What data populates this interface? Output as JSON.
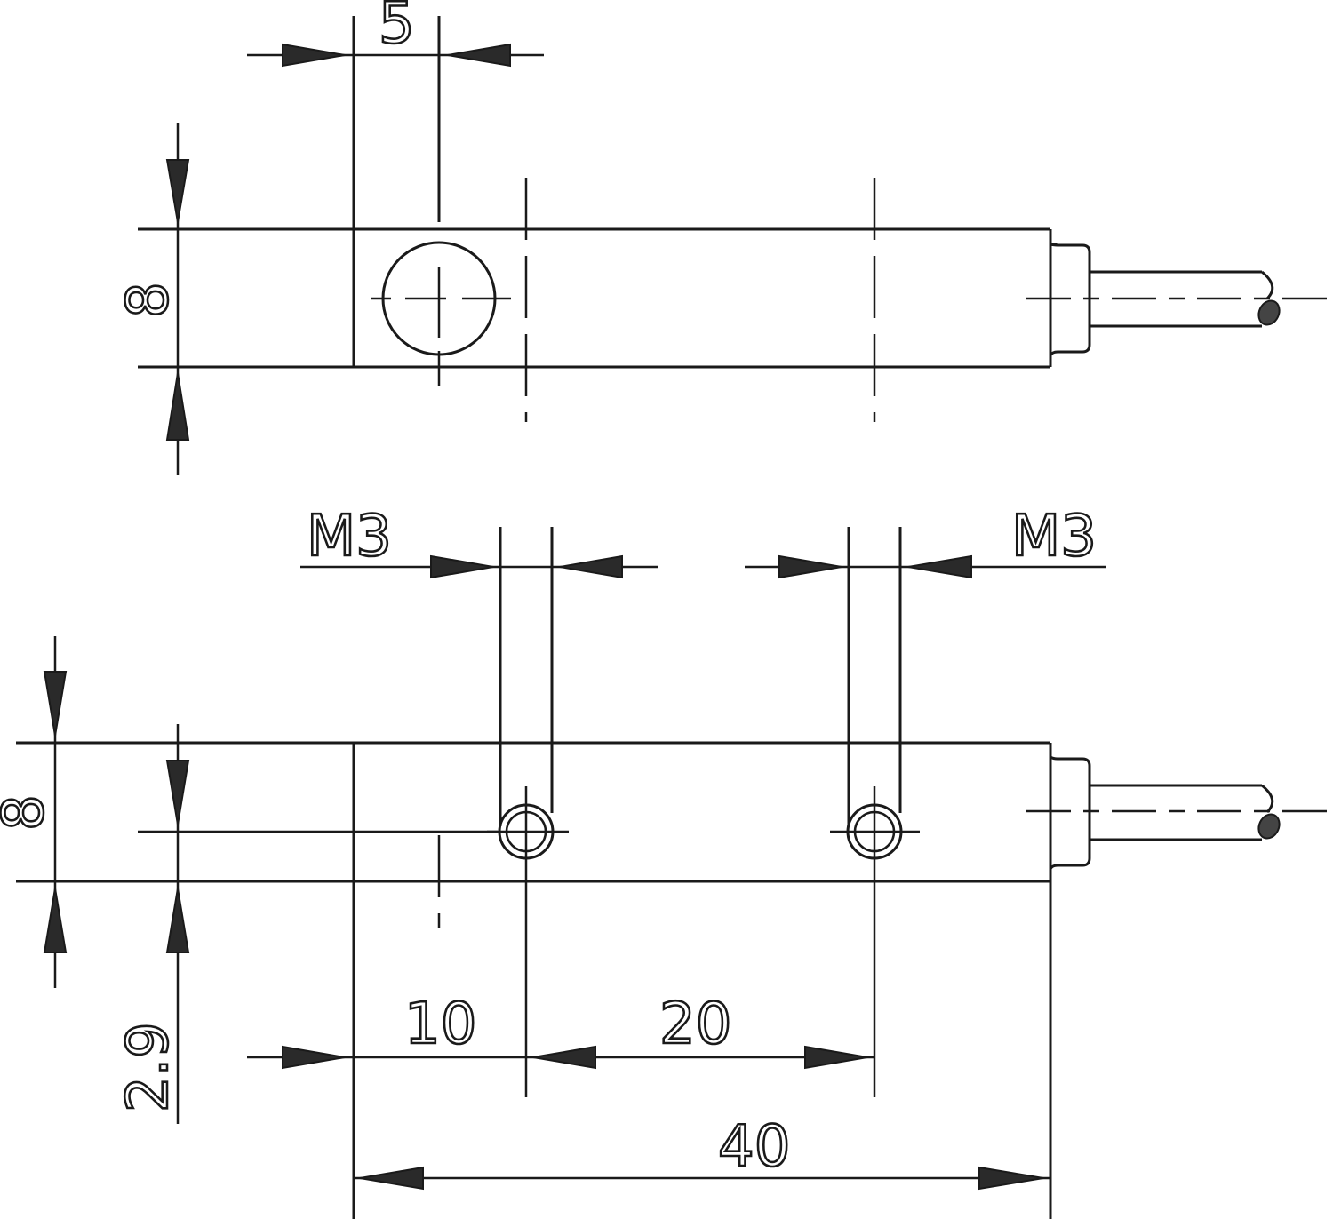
{
  "top_view": {
    "dim_hole_offset": "5",
    "dim_height": "8"
  },
  "bottom_view": {
    "thread_left": "M3",
    "thread_right": "M3",
    "dim_height": "8",
    "dim_hole_height": "2.9",
    "dim_first_hole": "10",
    "dim_hole_spacing": "20",
    "dim_length": "40"
  },
  "colors": {
    "line": "#1a1a1a",
    "background": "#ffffff"
  }
}
